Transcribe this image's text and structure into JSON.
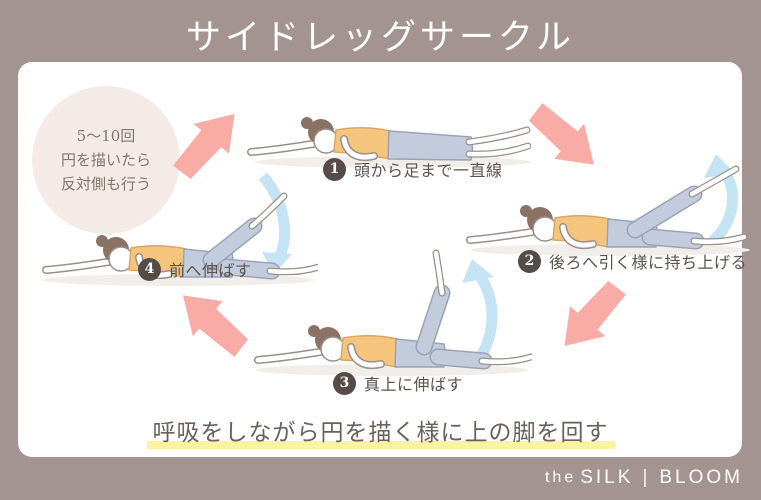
{
  "title": "サイドレッグサークル",
  "callout": {
    "line1": "5〜10回",
    "line2": "円を描いたら",
    "line3": "反対側も行う"
  },
  "steps": [
    {
      "num": "1",
      "label": "頭から足まで一直線"
    },
    {
      "num": "2",
      "label": "後ろへ引く様に持ち上げる"
    },
    {
      "num": "3",
      "label": "真上に伸ばす"
    },
    {
      "num": "4",
      "label": "前へ伸ばす"
    }
  ],
  "footer_note": "呼吸をしながら円を描く様に上の脚を回す",
  "branding": {
    "the": "the",
    "silk": "SILK",
    "divider": "|",
    "bloom": "BLOOM"
  },
  "colors": {
    "background": "#a39391",
    "panel": "#ffffff",
    "arrow_pink": "#f9aba6",
    "arrow_blue": "#c4e3f4",
    "highlight_yellow": "#f9f3a2",
    "badge": "#564c47",
    "callout_bg": "#f4ebe6",
    "top_garment": "#f6c57d",
    "leggings": "#c3ccdc"
  }
}
